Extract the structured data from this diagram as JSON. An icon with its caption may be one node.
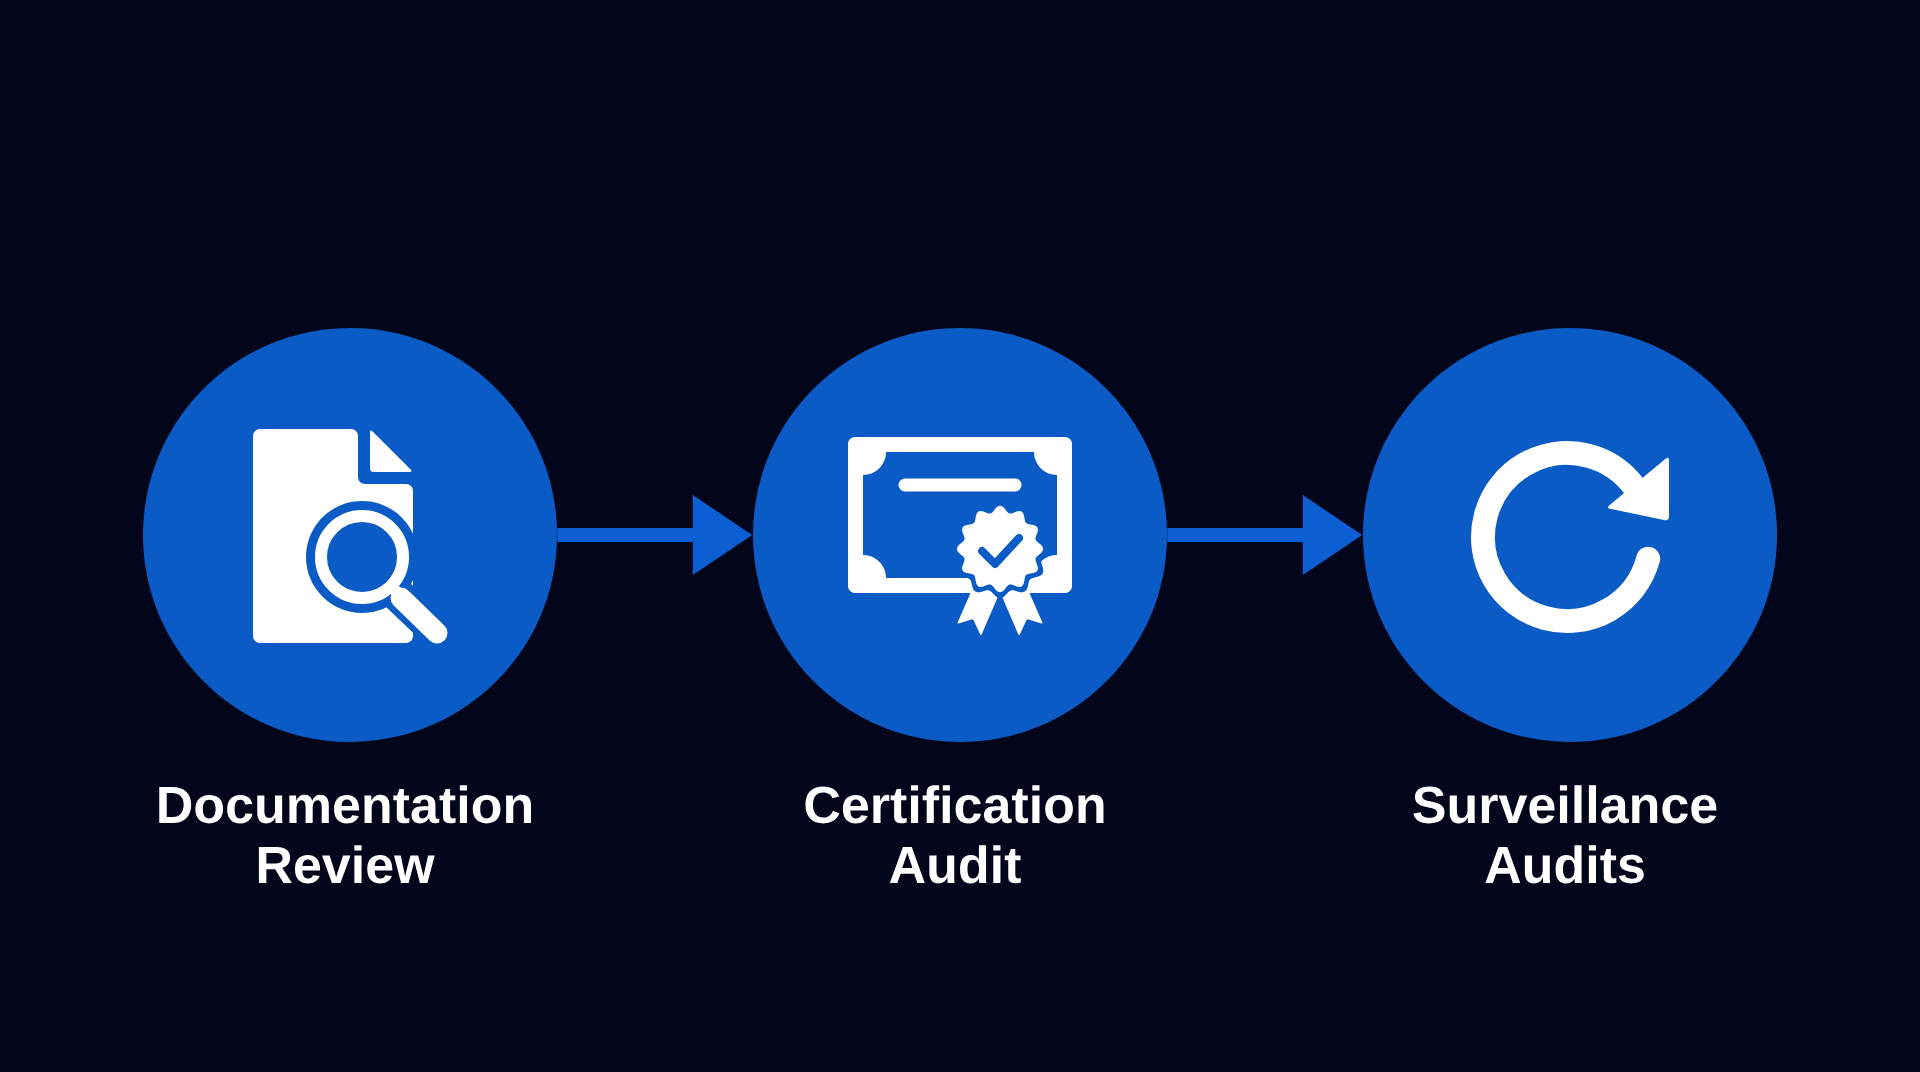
{
  "diagram": {
    "nodes": [
      {
        "text": [
          "Documentation Review"
        ]
      },
      {
        "text": [
          "Certification Audit"
        ]
      },
      {
        "text": [
          "Surveillance Audits"
        ]
      }
    ],
    "edges": [
      {
        "from": 0,
        "to": 1,
        "arrow": "to"
      },
      {
        "from": 1,
        "to": 2,
        "arrow": "to"
      }
    ]
  }
}
